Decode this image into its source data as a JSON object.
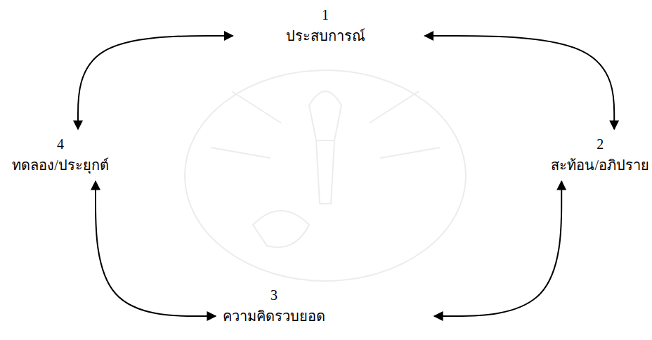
{
  "diagram": {
    "nodes": [
      {
        "text": [
          "1",
          "ประสบการณ์"
        ]
      },
      {
        "text": [
          "2",
          "สะท้อน/อภิปราย"
        ]
      },
      {
        "text": [
          "3",
          "ความคิดรวบยอด"
        ]
      },
      {
        "text": [
          "4",
          "ทดลอง/ประยุกต์"
        ]
      }
    ],
    "edges": [
      {
        "from": 0,
        "to": 1,
        "arrow": "both"
      },
      {
        "from": 1,
        "to": 2,
        "arrow": "both"
      },
      {
        "from": 2,
        "to": 3,
        "arrow": "both"
      },
      {
        "from": 3,
        "to": 0,
        "arrow": "both"
      }
    ]
  }
}
